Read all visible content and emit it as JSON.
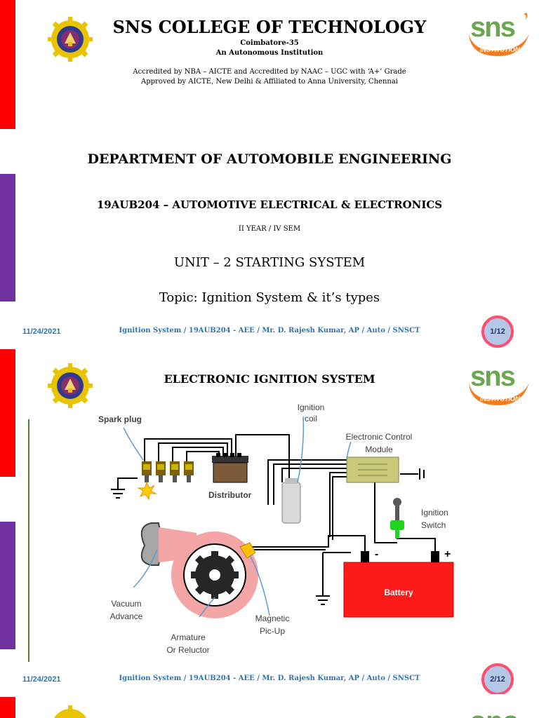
{
  "slide1": {
    "college": "SNS COLLEGE OF TECHNOLOGY",
    "city": "Coimbatore-35",
    "autonomous": "An Autonomous Institution",
    "accredited": "Accredited by NBA – AICTE and Accredited by NAAC – UGC with ‘A+’ Grade",
    "approved": "Approved by AICTE, New Delhi & Affiliated to Anna University, Chennai",
    "department": "DEPARTMENT OF AUTOMOBILE ENGINEERING",
    "course": "19AUB204 – AUTOMOTIVE ELECTRICAL & ELECTRONICS",
    "year": "II YEAR / IV SEM",
    "unit": "UNIT – 2 STARTING SYSTEM",
    "topic": "Topic: Ignition System & it’s types",
    "footer_date": "11/24/2021",
    "footer_text": "Ignition System / 19AUB204 - AEE / Mr. D. Rajesh Kumar, AP / Auto / SNSCT",
    "page": "1/12"
  },
  "slide2": {
    "title": "ELECTRONIC IGNITION SYSTEM",
    "labels": {
      "spark_plug": "Spark plug",
      "ignition_coil_1": "Ignition",
      "ignition_coil_2": "coil",
      "ecm_1": "Electronic Control",
      "ecm_2": "Module",
      "distributor": "Distributor",
      "ignition_switch_1": "Ignition",
      "ignition_switch_2": "Switch",
      "minus": "-",
      "plus": "+",
      "battery": "Battery",
      "vacuum_1": "Vacuum",
      "vacuum_2": "Advance",
      "magnetic_1": "Magnetic",
      "magnetic_2": "Pic-Up",
      "armature_1": "Armature",
      "armature_2": "Or Reluctor"
    },
    "footer_date": "11/24/2021",
    "footer_text": "Ignition System / 19AUB204 - AEE / Mr. D. Rajesh Kumar, AP / Auto / SNSCT",
    "page": "2/12"
  },
  "logo": {
    "main": "sns",
    "sub": "INSTITUTIONS"
  },
  "colors": {
    "red_bar": "#ff0000",
    "purple_bar": "#7030a0",
    "footer_blue": "#2e75b6",
    "battery_red": "#ff1a1a",
    "logo_green": "#6aa84f",
    "logo_orange": "#f47c20"
  }
}
